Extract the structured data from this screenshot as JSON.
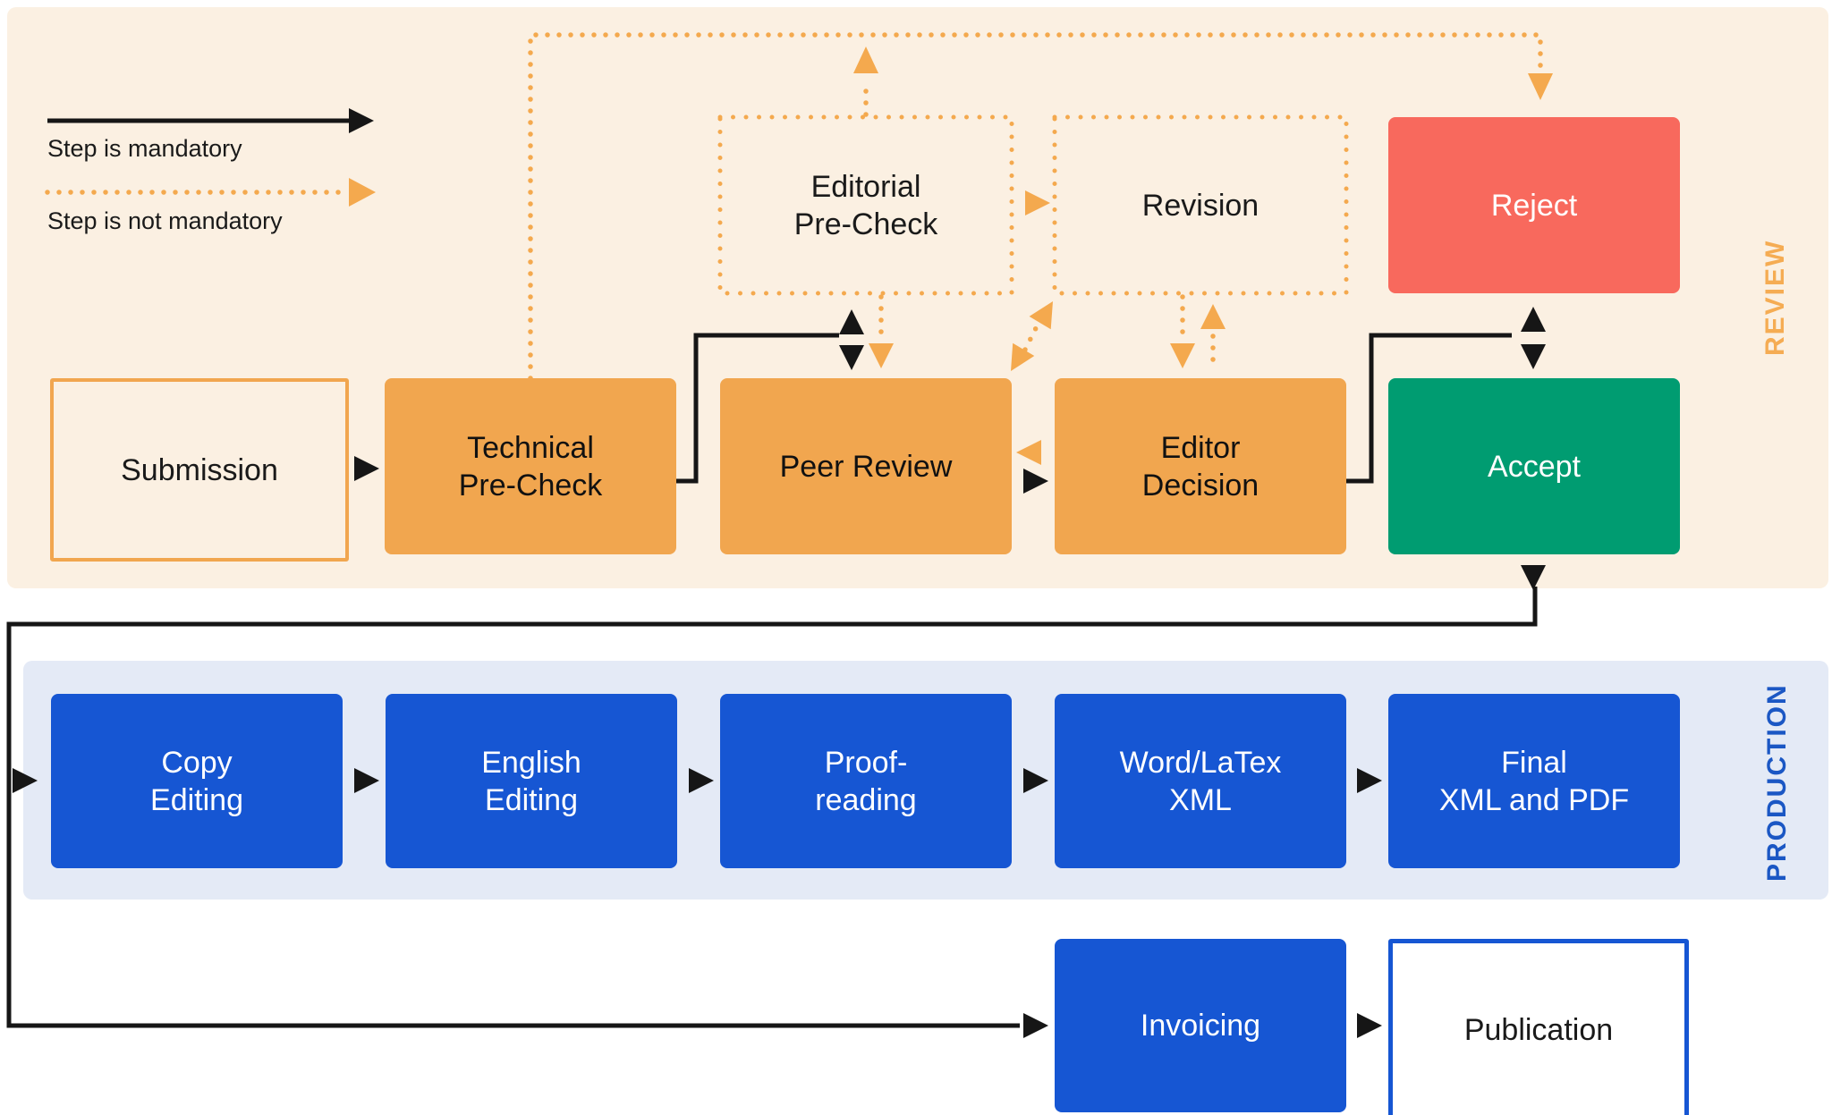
{
  "legend": {
    "mandatory": "Step is mandatory",
    "not_mandatory": "Step is not mandatory"
  },
  "sections": {
    "review": "REVIEW",
    "production": "PRODUCTION"
  },
  "nodes": {
    "submission": {
      "line1": "Submission"
    },
    "technical_pre_check": {
      "line1": "Technical",
      "line2": "Pre-Check"
    },
    "editorial_pre_check": {
      "line1": "Editorial",
      "line2": "Pre-Check"
    },
    "revision": {
      "line1": "Revision"
    },
    "peer_review": {
      "line1": "Peer Review"
    },
    "editor_decision": {
      "line1": "Editor",
      "line2": "Decision"
    },
    "reject": {
      "line1": "Reject"
    },
    "accept": {
      "line1": "Accept"
    },
    "copy_editing": {
      "line1": "Copy",
      "line2": "Editing"
    },
    "english_editing": {
      "line1": "English",
      "line2": "Editing"
    },
    "proof_reading": {
      "line1": "Proof-",
      "line2": "reading"
    },
    "word_latex_xml": {
      "line1": "Word/LaTex",
      "line2": "XML"
    },
    "final_xml_pdf": {
      "line1": "Final",
      "line2": "XML and PDF"
    },
    "invoicing": {
      "line1": "Invoicing"
    },
    "publication": {
      "line1": "Publication"
    }
  },
  "colors": {
    "review_band": "#FBF0E2",
    "production_band": "#E4EAF6",
    "node_orange": "#F1A64F",
    "node_red": "#F8695D",
    "node_green": "#009C71",
    "node_blue": "#1656D3",
    "arrow_orange": "#F4A94E",
    "arrow_black": "#161616",
    "review_label": "#F5AC53",
    "production_label": "#1B57C4"
  }
}
